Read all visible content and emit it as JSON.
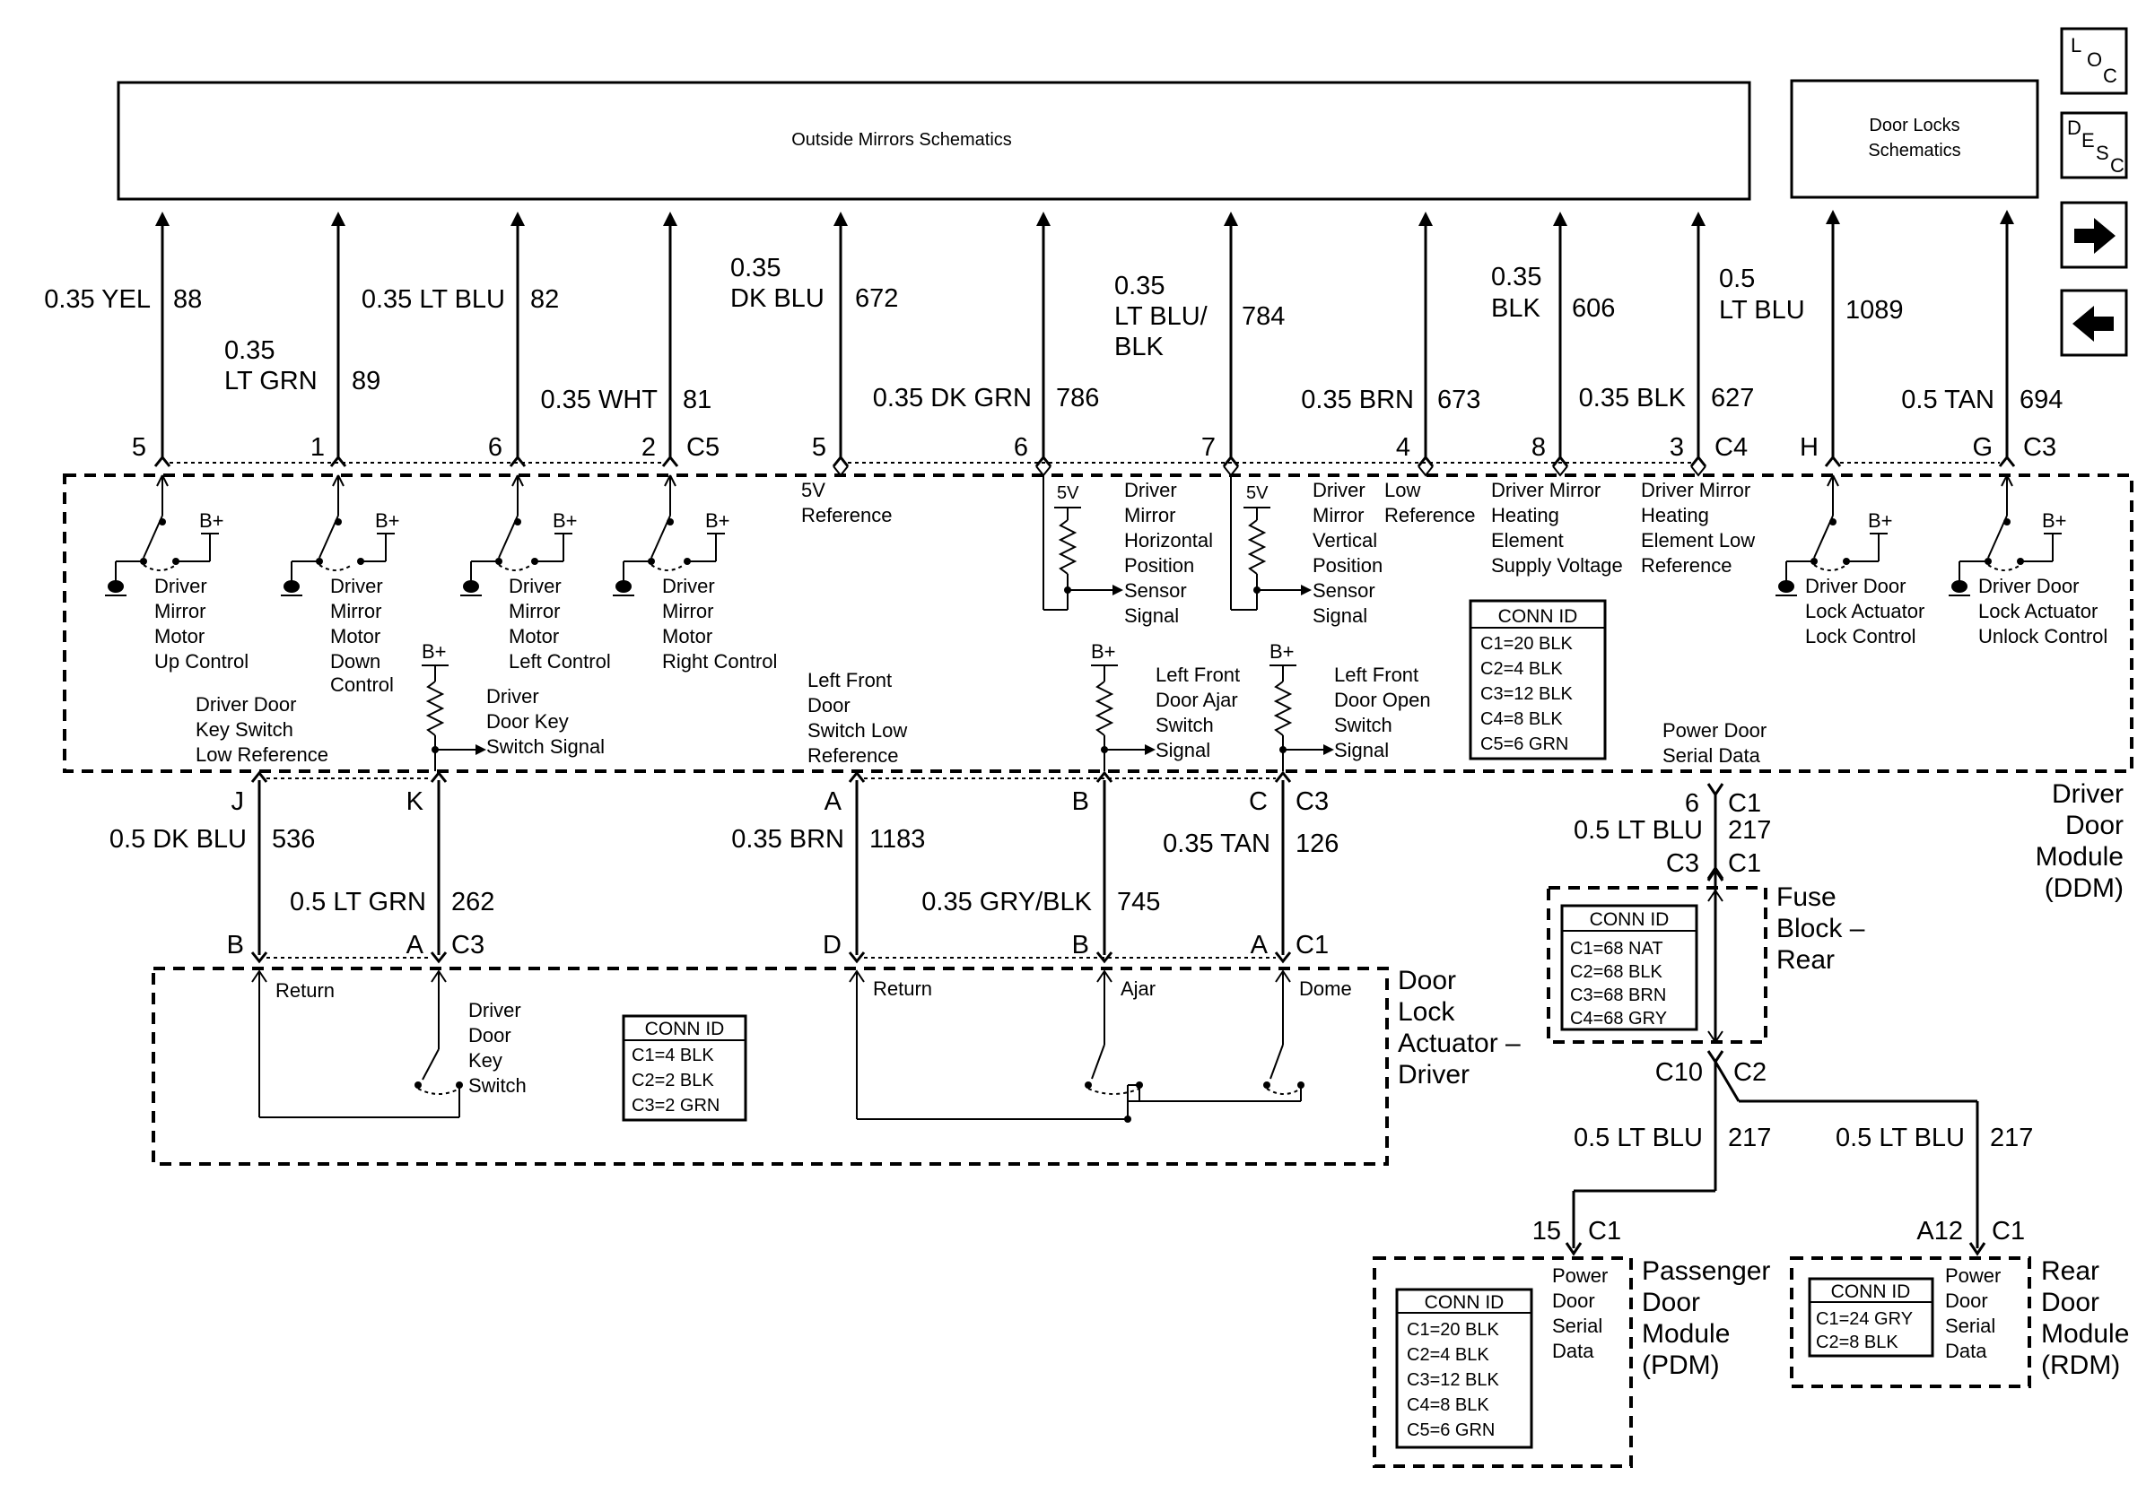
{
  "header": {
    "mirrors": "Outside Mirrors Schematics",
    "door_locks_1": "Door Locks",
    "door_locks_2": "Schematics"
  },
  "nav": {
    "loc": [
      "L",
      "O",
      "C"
    ],
    "desc": [
      "D",
      "E",
      "S",
      "C"
    ],
    "next": "→",
    "prev": "←"
  },
  "top_wires": [
    {
      "color": "0.35 YEL",
      "circuit": "88",
      "pin": "5"
    },
    {
      "color": "0.35 LT GRN",
      "circuit": "89",
      "pin": "1"
    },
    {
      "color": "0.35 LT BLU",
      "circuit": "82",
      "pin": "6"
    },
    {
      "color": "0.35 WHT",
      "circuit": "81",
      "pin": "2"
    },
    {
      "color": "0.35 DK BLU",
      "circuit": "672",
      "pin": "5"
    },
    {
      "color": "0.35 DK GRN",
      "circuit": "786",
      "pin": "6"
    },
    {
      "color": "0.35 LT BLU/ BLK",
      "circuit": "784",
      "pin": "7"
    },
    {
      "color": "0.35 BRN",
      "circuit": "673",
      "pin": "4"
    },
    {
      "color": "0.35 BLK",
      "circuit": "606",
      "pin": "8"
    },
    {
      "color": "0.35 BLK",
      "circuit": "627",
      "pin": "3"
    },
    {
      "color": "0.5 LT BLU",
      "circuit": "1089",
      "pin": "H"
    },
    {
      "color": "0.5 TAN",
      "circuit": "694",
      "pin": "G"
    }
  ],
  "top_connectors": {
    "c5": "C5",
    "c4": "C4",
    "c3": "C3"
  },
  "ddm": {
    "name": [
      "Driver",
      "Door",
      "Module",
      "(DDM)"
    ],
    "b_plus": "B+",
    "five_v": "5V",
    "switches": [
      [
        "Driver",
        "Mirror",
        "Motor",
        "Up Control"
      ],
      [
        "Driver",
        "Mirror",
        "Motor",
        "Down",
        "Control"
      ],
      [
        "Driver",
        "Mirror",
        "Motor",
        "Left Control"
      ],
      [
        "Driver",
        "Mirror",
        "Motor",
        "Right Control"
      ]
    ],
    "ref_5v": [
      "5V",
      "Reference"
    ],
    "horiz": [
      "Driver",
      "Mirror",
      "Horizontal",
      "Position",
      "Sensor",
      "Signal"
    ],
    "vert": [
      "Driver",
      "Mirror",
      "Vertical",
      "Position",
      "Sensor",
      "Signal"
    ],
    "low_ref": [
      "Low",
      "Reference"
    ],
    "heat_supply": [
      "Driver Mirror",
      "Heating",
      "Element",
      "Supply Voltage"
    ],
    "heat_low": [
      "Driver Mirror",
      "Heating",
      "Element Low",
      "Reference"
    ],
    "lock_ctrl": [
      "Driver Door",
      "Lock Actuator",
      "Lock Control"
    ],
    "unlock_ctrl": [
      "Driver Door",
      "Lock Actuator",
      "Unlock Control"
    ],
    "key_low_ref": [
      "Driver Door",
      "Key Switch",
      "Low Reference"
    ],
    "key_signal": [
      "Driver",
      "Door Key",
      "Switch Signal"
    ],
    "lf_low_ref": [
      "Left Front",
      "Door",
      "Switch Low",
      "Reference"
    ],
    "lf_ajar": [
      "Left Front",
      "Door Ajar",
      "Switch",
      "Signal"
    ],
    "lf_open": [
      "Left Front",
      "Door Open",
      "Switch",
      "Signal"
    ],
    "serial": [
      "Power Door",
      "Serial Data"
    ],
    "conn_title": "CONN ID",
    "conn": [
      "C1=20 BLK",
      "C2=4 BLK",
      "C3=12 BLK",
      "C4=8 BLK",
      "C5=6 GRN"
    ]
  },
  "mid_wires": [
    {
      "color": "0.5 DK BLU",
      "circuit": "536",
      "pin_top": "J",
      "pin_bot": "B"
    },
    {
      "color": "0.5 LT GRN",
      "circuit": "262",
      "pin_top": "K",
      "pin_bot": "A"
    },
    {
      "color": "0.35 BRN",
      "circuit": "1183",
      "pin_top": "A",
      "pin_bot": "D"
    },
    {
      "color": "0.35 GRY/BLK",
      "circuit": "745",
      "pin_top": "B",
      "pin_bot": "B"
    },
    {
      "color": "0.35 TAN",
      "circuit": "126",
      "pin_top": "C",
      "pin_bot": "A"
    }
  ],
  "mid_connectors": {
    "top": "C3",
    "bot_left": "C3",
    "bot_right": "C1"
  },
  "dla": {
    "name": [
      "Door",
      "Lock",
      "Actuator –",
      "Driver"
    ],
    "return": "Return",
    "key_switch": [
      "Driver",
      "Door",
      "Key",
      "Switch"
    ],
    "ajar": "Ajar",
    "dome": "Dome",
    "conn_title": "CONN ID",
    "conn": [
      "C1=4 BLK",
      "C2=2 BLK",
      "C3=2 GRN"
    ]
  },
  "serial_wire": {
    "pin": "6",
    "conn": "C1",
    "color": "0.5 LT BLU",
    "circuit": "217",
    "fb_conn_left": "C3",
    "fb_conn_right": "C1"
  },
  "fuse_block": {
    "name": [
      "Fuse",
      "Block –",
      "Rear"
    ],
    "conn_title": "CONN ID",
    "conn": [
      "C1=68 NAT",
      "C2=68 BLK",
      "C3=68 BRN",
      "C4=68 GRY"
    ],
    "out_left": "C10",
    "out_right": "C2"
  },
  "branch_wires": [
    {
      "color": "0.5 LT BLU",
      "circuit": "217"
    },
    {
      "color": "0.5 LT BLU",
      "circuit": "217"
    }
  ],
  "pdm": {
    "pin": "15",
    "conn": "C1",
    "name": [
      "Passenger",
      "Door",
      "Module",
      "(PDM)"
    ],
    "label": [
      "Power",
      "Door",
      "Serial",
      "Data"
    ],
    "conn_title": "CONN ID",
    "conn_ids": [
      "C1=20 BLK",
      "C2=4 BLK",
      "C3=12 BLK",
      "C4=8 BLK",
      "C5=6 GRN"
    ]
  },
  "rdm": {
    "pin": "A12",
    "conn": "C1",
    "name": [
      "Rear",
      "Door",
      "Module",
      "(RDM)"
    ],
    "label": [
      "Power",
      "Door",
      "Serial",
      "Data"
    ],
    "conn_title": "CONN ID",
    "conn_ids": [
      "C1=24 GRY",
      "C2=8 BLK"
    ]
  }
}
